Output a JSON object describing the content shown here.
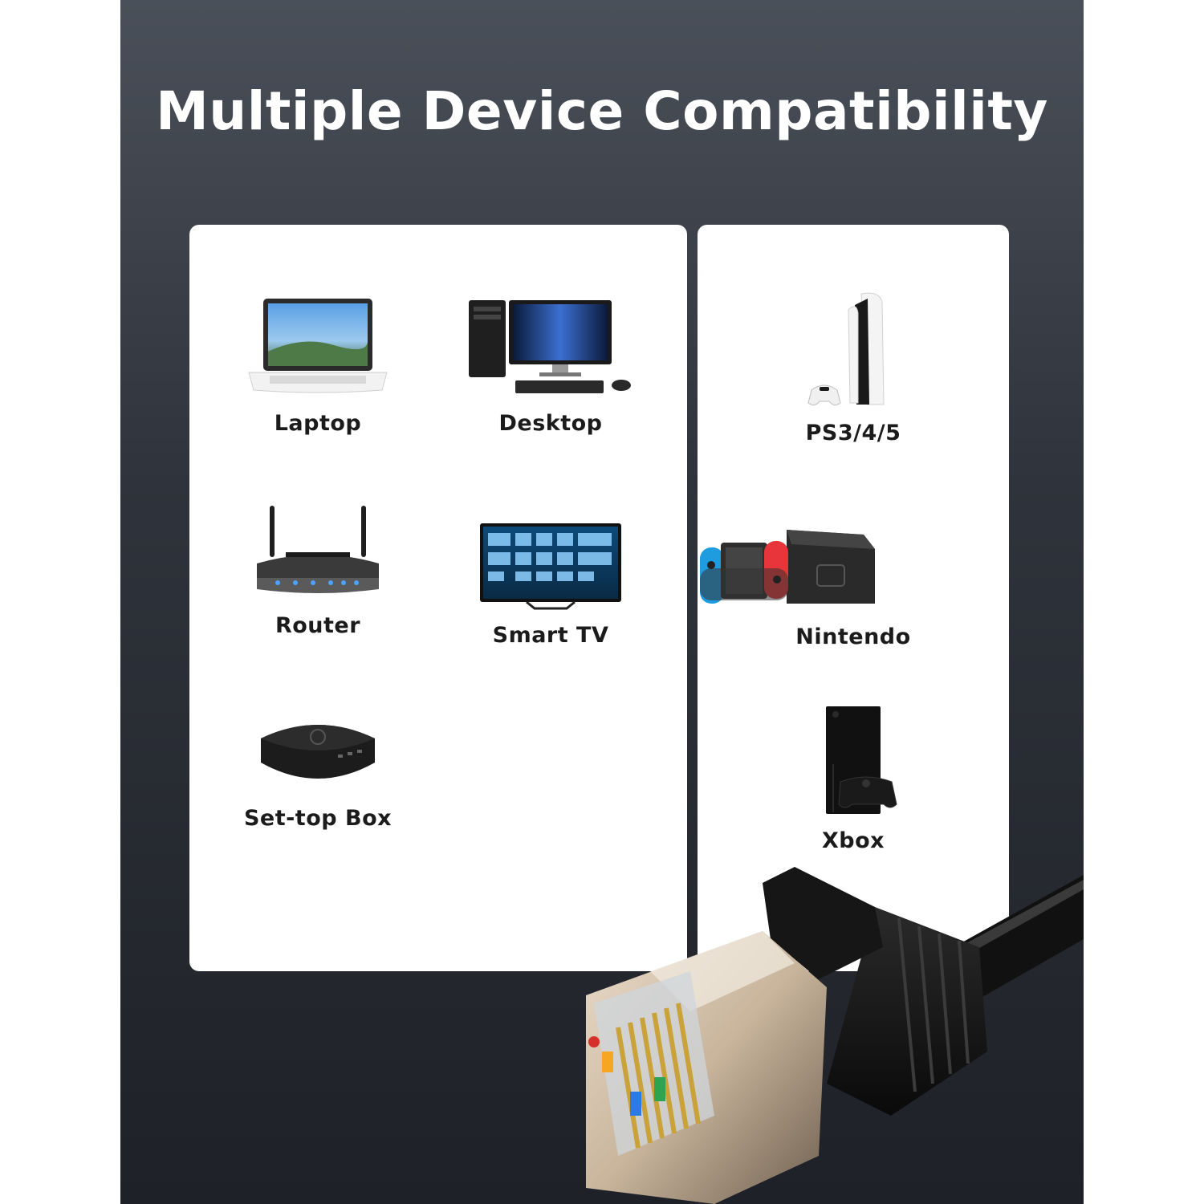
{
  "title": "Multiple Device Compatibility",
  "devices_left": [
    {
      "label": "Laptop",
      "icon": "laptop-icon"
    },
    {
      "label": "Desktop",
      "icon": "desktop-icon"
    },
    {
      "label": "Router",
      "icon": "router-icon"
    },
    {
      "label": "Smart TV",
      "icon": "smart-tv-icon"
    },
    {
      "label": "Set-top Box",
      "icon": "set-top-box-icon"
    }
  ],
  "devices_right": [
    {
      "label": "PS3/4/5",
      "icon": "playstation-icon"
    },
    {
      "label": "Nintendo",
      "icon": "nintendo-switch-icon"
    },
    {
      "label": "Xbox",
      "icon": "xbox-icon"
    }
  ],
  "colors": {
    "background_top": "#4a5059",
    "background_bottom": "#1e2127",
    "card": "#ffffff",
    "text": "#1b1b1b"
  }
}
